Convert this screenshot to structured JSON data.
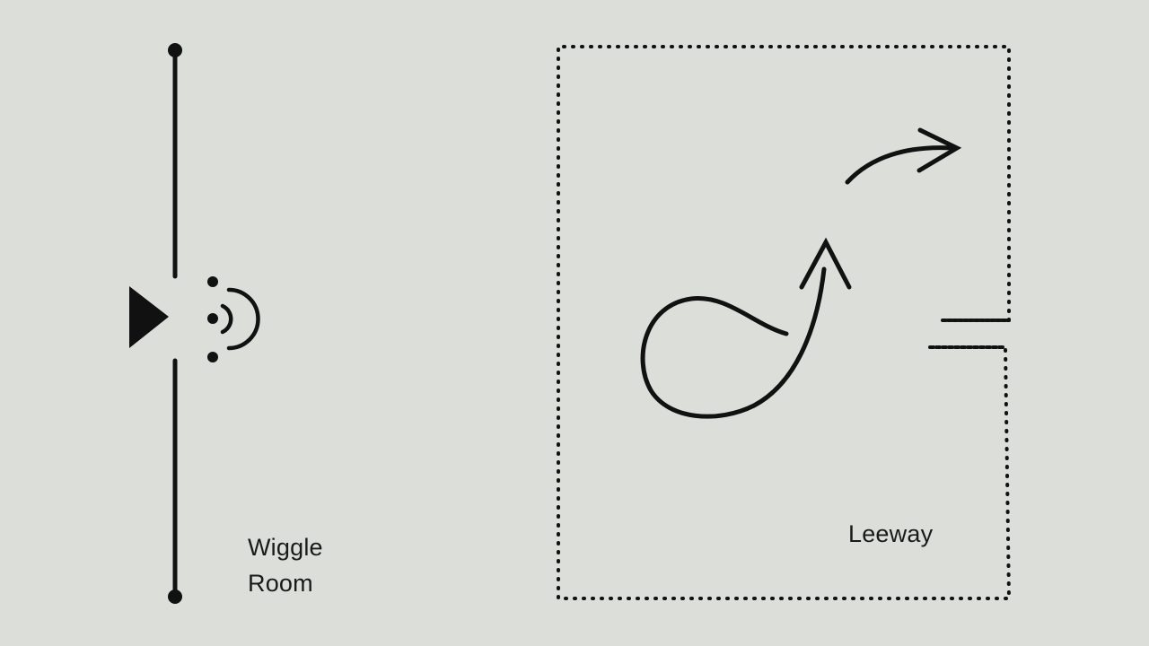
{
  "background_color": "#dcdfd9",
  "ink_color": "#111111",
  "left_panel": {
    "label_lines": [
      "Wiggle",
      "Room"
    ],
    "icons": [
      "play-triangle-icon",
      "sound-waves-icon"
    ]
  },
  "right_panel": {
    "label": "Leeway",
    "icons": [
      "loop-arrow-icon",
      "curved-arrow-icon"
    ],
    "frame_style": "dotted"
  }
}
